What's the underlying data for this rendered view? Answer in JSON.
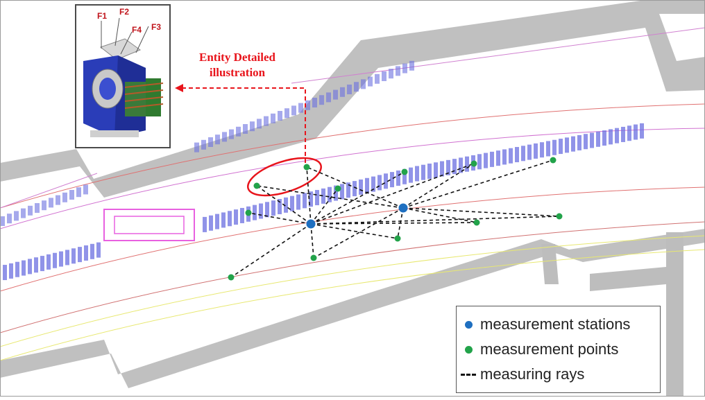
{
  "callout": {
    "line1": "Entity Detailed",
    "line2": "illustration"
  },
  "inset": {
    "labels": [
      "F1",
      "F2",
      "F4",
      "F3"
    ]
  },
  "legend": {
    "stations_label": "measurement stations",
    "points_label": "measurement points",
    "rays_label": "measuring rays"
  },
  "colors": {
    "station": "#1e6fc0",
    "point": "#22a34a",
    "callout": "#e8141b",
    "wall": "#b9b9b9",
    "magnet_blue": "#6b6fe0",
    "magnet_red": "#f07a7a",
    "magnet_green": "#7ad67a",
    "magnet_pink": "#e860e0"
  }
}
